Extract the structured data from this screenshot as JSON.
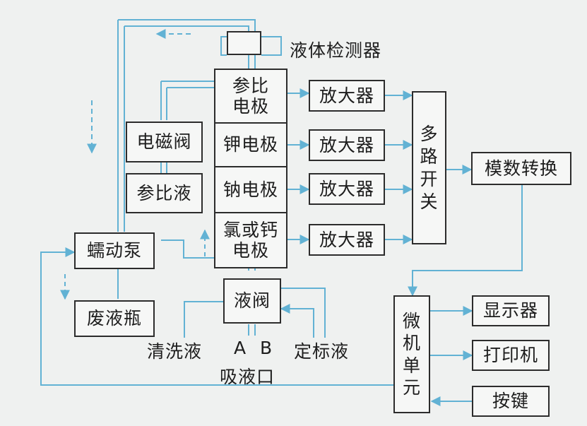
{
  "colors": {
    "arrow": "#62b2d4",
    "box_border": "#2c2c2c",
    "text": "#1d1d1d",
    "background": "#eff1f0"
  },
  "blocks": {
    "liquid_detector": "液体检测器",
    "ref_electrode": "参比\n电极",
    "k_electrode": "钾电极",
    "na_electrode": "钠电极",
    "cl_ca_electrode": "氯或钙\n电极",
    "solenoid_valve": "电磁阀",
    "ref_solution": "参比液",
    "peristaltic_pump": "蠕动泵",
    "waste_bottle": "废液瓶",
    "liquid_valve": "液阀",
    "amplifier": "放大器",
    "mux": "多\n路\n开\n关",
    "adc": "模数转换",
    "mcu": "微\n机\n单\n元",
    "display": "显示器",
    "printer": "打印机",
    "keys": "按键"
  },
  "labels": {
    "wash": "清洗液",
    "a": "A",
    "b": "B",
    "calib": "定标液",
    "inlet": "吸液口"
  }
}
